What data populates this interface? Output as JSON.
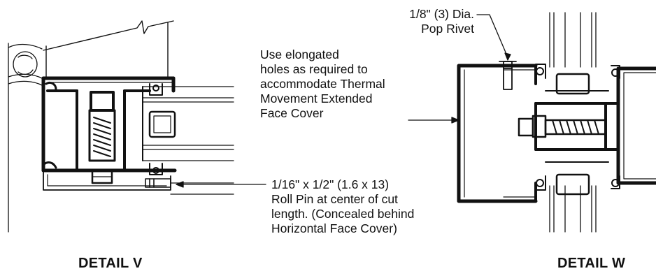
{
  "details": [
    {
      "title": "DETAIL V"
    },
    {
      "title": "DETAIL W"
    }
  ],
  "callouts": {
    "rivet": [
      "1/8\" (3) Dia.",
      "Pop Rivet"
    ],
    "holes": [
      "Use elongated",
      "holes as required to",
      "accommodate Thermal",
      "Movement Extended",
      "Face Cover"
    ],
    "roll_pin": [
      "1/16\" x 1/2\" (1.6 x 13)",
      "Roll Pin at center of cut",
      "length. (Concealed behind",
      "Horizontal Face Cover)"
    ]
  }
}
